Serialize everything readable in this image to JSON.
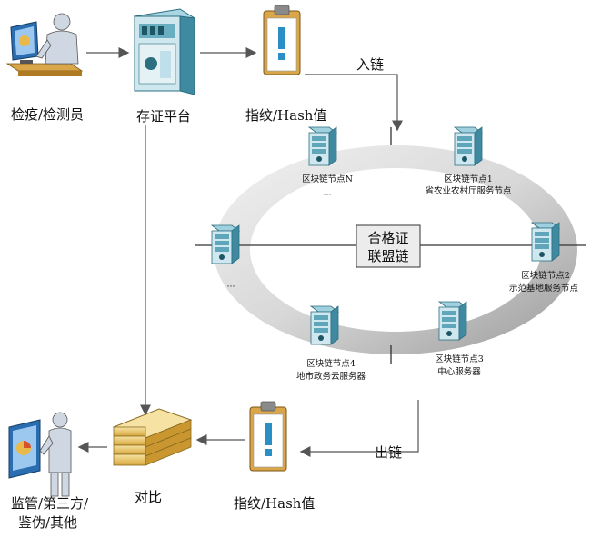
{
  "actors": {
    "inspector": "检疫/检测员",
    "platform": "存证平台",
    "regulator_line1": "监管/第三方/",
    "regulator_line2": "鉴伪/其他"
  },
  "fingerprint_top": "指纹/Hash值",
  "fingerprint_bottom": "指纹/Hash值",
  "compare": "对比",
  "arrows": {
    "in_chain": "入链",
    "out_chain": "出链"
  },
  "consortium": {
    "line1": "合格证",
    "line2": "联盟链"
  },
  "nodes": [
    {
      "line1": "区块链节点N",
      "line2": ""
    },
    {
      "line1": "区块链节点1",
      "line2": "省农业农村厅服务节点"
    },
    {
      "line1": "区块链节点2",
      "line2": "示范基地服务节点"
    },
    {
      "line1": "区块链节点3",
      "line2": "中心服务器"
    },
    {
      "line1": "区块链节点4",
      "line2": "地市政务云服务器"
    }
  ],
  "ellipsis_top": "···",
  "ellipsis_left": "···",
  "colors": {
    "ring_light": "#e8e8e8",
    "ring_dark": "#9a9a9a",
    "server_front": "#cde6ee",
    "server_dark": "#3f8aa0",
    "arrow": "#555555",
    "book_gold": "#e8c76a"
  }
}
